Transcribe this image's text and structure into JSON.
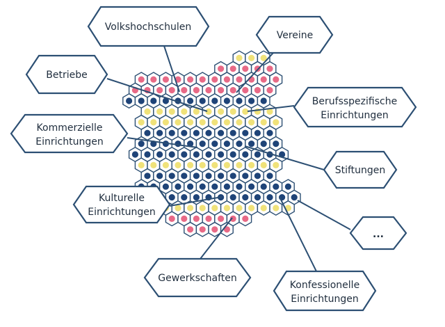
{
  "labels": {
    "volkshochschulen": "Volkshochschulen",
    "vereine": "Vereine",
    "betriebe": "Betriebe",
    "berufsspezifische_1": "Berufsspezifische",
    "berufsspezifische_2": "Einrichtungen",
    "kommerzielle_1": "Kommerzielle",
    "kommerzielle_2": "Einrichtungen",
    "stiftungen": "Stiftungen",
    "kulturelle_1": "Kulturelle",
    "kulturelle_2": "Einrichtungen",
    "more": "...",
    "gewerkschaften": "Gewerkschaften",
    "konfessionelle_1": "Konfessionelle",
    "konfessionelle_2": "Einrichtungen"
  },
  "colors": {
    "outline": "#2c4f73",
    "dot_navy": "#1f4478",
    "dot_yellow": "#f0e27a",
    "dot_pink": "#e86a87",
    "text": "#1f2d3d"
  }
}
